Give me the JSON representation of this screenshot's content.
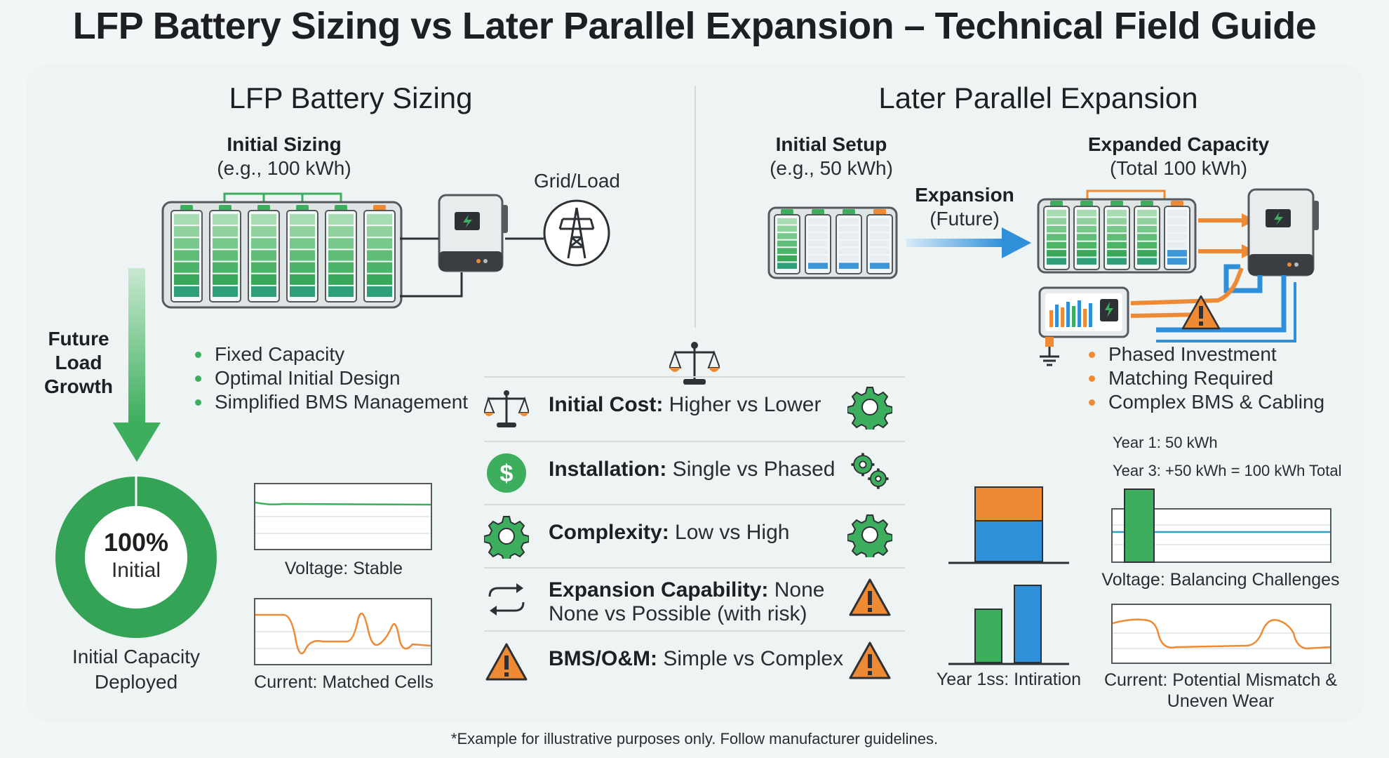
{
  "title": "LFP Battery Sizing vs Later Parallel Expansion – Technical Field Guide",
  "left": {
    "heading": "LFP Battery Sizing",
    "initial_label": "Initial Sizing",
    "initial_sub": "(e.g., 100 kWh)",
    "grid_label": "Grid/Load",
    "growth_label": [
      "Future",
      "Load",
      "Growth"
    ],
    "bullets": [
      "Fixed Capacity",
      "Optimal Initial Design",
      "Simplified BMS Management"
    ],
    "donut_value": "100%",
    "donut_sub": "Initial",
    "donut_caption": [
      "Initial Capacity",
      "Deployed"
    ],
    "voltage_caption": "Voltage: Stable",
    "current_caption": "Current: Matched Cells"
  },
  "right": {
    "heading": "Later Parallel Expansion",
    "initial_label": "Initial Setup",
    "initial_sub": "(e.g., 50 kWh)",
    "expansion_label": "Expansion",
    "expansion_sub": "(Future)",
    "expanded_label": "Expanded Capacity",
    "expanded_sub": "(Total 100 kWh)",
    "bullets": [
      "Phased Investment",
      "Matching Required",
      "Complex BMS & Cabling"
    ],
    "year1": "Year 1: 50 kWh",
    "year3": "Year 3: +50 kWh = 100 kWh Total",
    "bar_caption": "Year 1ss: Intiration",
    "voltage_caption": "Voltage: Balancing Challenges",
    "current_caption": [
      "Current: Potential Mismatch &",
      "Uneven Wear"
    ]
  },
  "comparison": [
    {
      "key": "Initial Cost:",
      "value": " Higher vs Lower",
      "icon_left": "scale-icon",
      "icon_right": "gear-icon"
    },
    {
      "key": "Installation:",
      "value": " Single vs Phased",
      "icon_left": "dollar-icon",
      "icon_right": "gears-icon"
    },
    {
      "key": "Complexity:",
      "value": " Low vs High",
      "icon_left": "gear-icon",
      "icon_right": "gear-icon"
    },
    {
      "key": "Expansion Capability:",
      "value": " None",
      "value2": "None vs   Possible (with risk)",
      "icon_left": "cycle-arrows-icon",
      "icon_right": "warning-icon"
    },
    {
      "key": "BMS/O&M:",
      "value": " Simple vs Complex",
      "icon_left": "warning-icon",
      "icon_right": "warning-icon"
    }
  ],
  "colors": {
    "green": "#3dae5e",
    "orange": "#ef8a34",
    "blue": "#2f8fd8",
    "dark": "#1d1f22"
  },
  "footnote": "*Example for illustrative purposes only. Follow manufacturer guidelines."
}
